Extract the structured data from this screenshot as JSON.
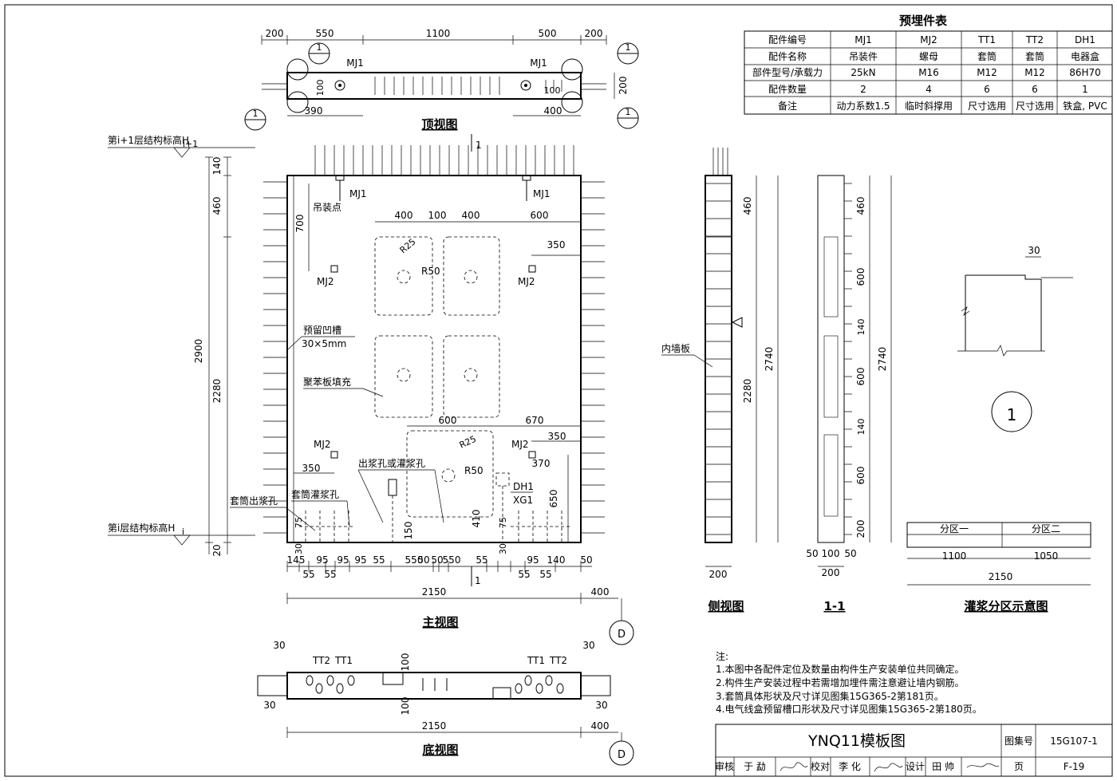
{
  "embedded_table": {
    "title": "预埋件表",
    "rows": [
      [
        "配件编号",
        "MJ1",
        "MJ2",
        "TT1",
        "TT2",
        "DH1"
      ],
      [
        "配件名称",
        "吊装件",
        "螺母",
        "套筒",
        "套筒",
        "电器盒"
      ],
      [
        "部件型号/承载力",
        "25kN",
        "M16",
        "M12",
        "M12",
        "86H70"
      ],
      [
        "配件数量",
        "2",
        "4",
        "6",
        "6",
        "1"
      ],
      [
        "备注",
        "动力系数1.5",
        "临时斜撑用",
        "尺寸选用",
        "尺寸选用",
        "铁盒, PVC"
      ]
    ]
  },
  "views": {
    "top": "顶视图",
    "main": "主视图",
    "side": "侧视图",
    "section": "1-1",
    "bottom": "底视图",
    "grout": "灌浆分区示意图"
  },
  "top_dims": [
    "200",
    "550",
    "1100",
    "500",
    "200",
    "390",
    "400",
    "100",
    "100",
    "200"
  ],
  "top_labels": {
    "mj1_left": "MJ1",
    "mj1_right": "MJ1",
    "section_mark": "1"
  },
  "main_labels": {
    "level_top": "第i+1层结构标高H",
    "level_top_sub": "i+1",
    "level_bottom": "第i层结构标高H",
    "level_bottom_sub": "i",
    "mj1_a": "MJ1",
    "mj1_b": "MJ1",
    "lift": "吊装点",
    "mj2_a": "MJ2",
    "mj2_b": "MJ2",
    "mj2_c": "MJ2",
    "mj2_d": "MJ2",
    "groove": "预留凹槽",
    "groove_size": "30×5mm",
    "eps": "聚苯板填充",
    "hole": "出浆孔或灌浆孔",
    "sleeve_out": "套筒出浆孔",
    "sleeve_in": "套筒灌浆孔",
    "dh1": "DH1",
    "xg1": "XG1",
    "r25a": "R25",
    "r50a": "R50",
    "r25b": "R25",
    "r50b": "R50",
    "sec1": "1",
    "sec1b": "1"
  },
  "main_dims": {
    "left": [
      "140",
      "460",
      "2900",
      "2280",
      "20",
      "700"
    ],
    "top": [
      "400",
      "100",
      "400",
      "600",
      "350"
    ],
    "mid": [
      "600",
      "670",
      "350",
      "370",
      "350"
    ],
    "lower": [
      "650",
      "410",
      "150",
      "75",
      "75",
      "30",
      "30"
    ],
    "bottom_row": [
      "145",
      "95",
      "95",
      "95",
      "55",
      "550",
      "50",
      "50",
      "550",
      "55",
      "95",
      "140",
      "50"
    ],
    "bottom_row2": [
      "55",
      "55",
      "55",
      "55"
    ],
    "total": "2150",
    "extra": "400"
  },
  "side_dims": {
    "a": "460",
    "b": "2280",
    "c": "2740",
    "w": "200",
    "label": "内墙板"
  },
  "section_dims": {
    "a": "460",
    "b": "600",
    "c": "140",
    "d": "600",
    "e": "140",
    "f": "600",
    "g": "200",
    "h": "2740",
    "w1": "50",
    "w2": "100",
    "w3": "50",
    "w": "200"
  },
  "detail": {
    "dim": "30",
    "circle": "1"
  },
  "grout_table": {
    "h1": "分区一",
    "h2": "分区二",
    "v1": "1100",
    "v2": "1050",
    "total": "2150"
  },
  "bottom_view": {
    "tt2a": "TT2",
    "tt1a": "TT1",
    "tt1b": "TT1",
    "tt2b": "TT2",
    "d30a": "30",
    "d30b": "30",
    "d30c": "30",
    "d30d": "30",
    "d100a": "100",
    "d100b": "100",
    "total": "2150",
    "extra": "400"
  },
  "d_marker": "D",
  "notes": [
    "注:",
    "1.本图中各配件定位及数量由构件生产安装单位共同确定。",
    "2.构件生产安装过程中若需增加埋件需注意避让墙内钢筋。",
    "3.套筒具体形状及尺寸详见图集15G365-2第181页。",
    "4.电气线盒预留槽口形状及尺寸详见图集15G365-2第180页。"
  ],
  "titleblock": {
    "title": "YNQ11模板图",
    "atlas_label": "图集号",
    "atlas_no": "15G107-1",
    "review": "审核",
    "reviewer": "于 勐",
    "check": "校对",
    "checker": "李 化",
    "design": "设计",
    "designer": "田 帅",
    "page_label": "页",
    "page_no": "F-19"
  }
}
